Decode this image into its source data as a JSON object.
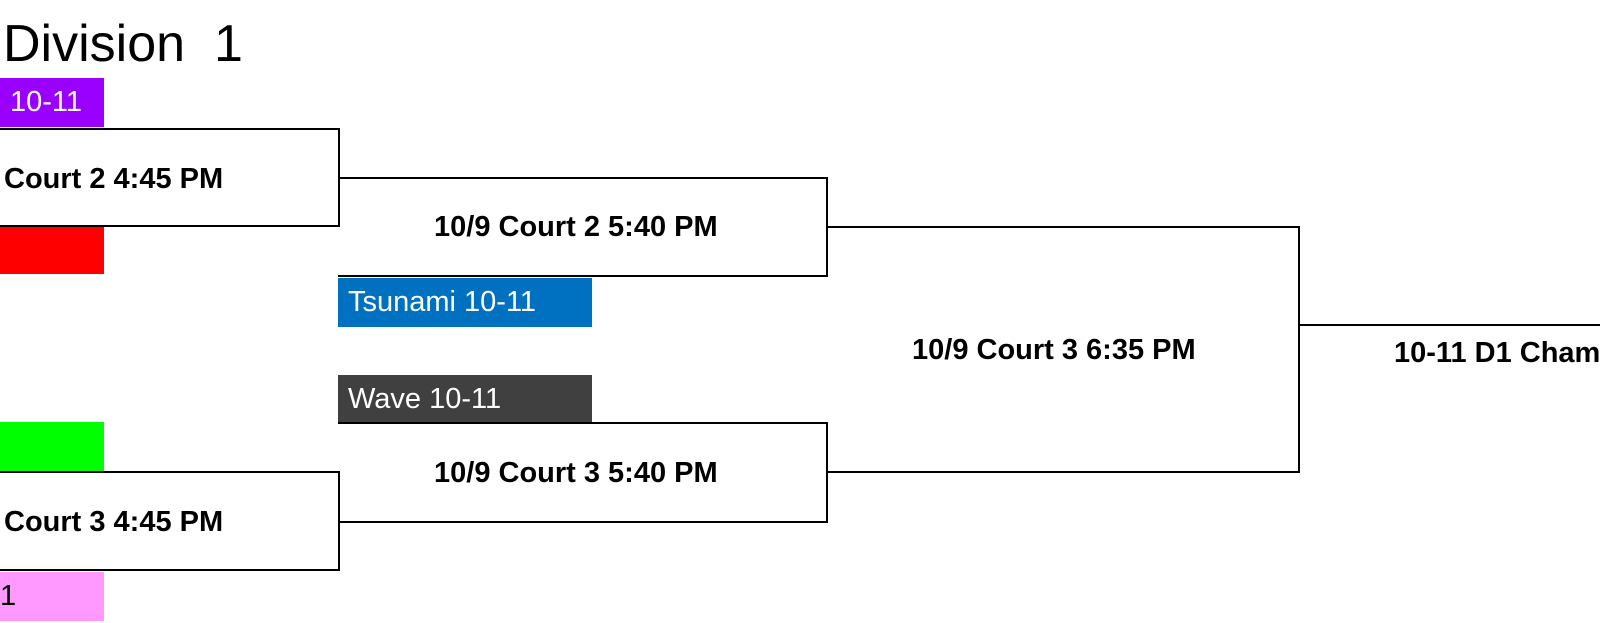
{
  "title": "Division  1",
  "teams": [
    {
      "label": "10-11",
      "color": "#9900ff",
      "text_color": "#ffffff"
    },
    {
      "label": "",
      "color": "#ff0000",
      "text_color": "#ffffff"
    },
    {
      "label": "Tsunami 10-11",
      "color": "#0070c0",
      "text_color": "#ffffff"
    },
    {
      "label": "Wave 10-11",
      "color": "#404040",
      "text_color": "#ffffff"
    },
    {
      "label": "",
      "color": "#00ff00",
      "text_color": "#000000"
    },
    {
      "label": "1",
      "color": "#ff99ff",
      "text_color": "#000000"
    }
  ],
  "games": [
    {
      "label": "Court 2 4:45 PM"
    },
    {
      "label": "10/9 Court 2 5:40 PM"
    },
    {
      "label": "10/9 Court 3 6:35 PM"
    },
    {
      "label": "10/9 Court 3 5:40 PM"
    },
    {
      "label": "Court 3 4:45 PM"
    }
  ],
  "championship": {
    "label": "10-11 D1 Cham"
  }
}
